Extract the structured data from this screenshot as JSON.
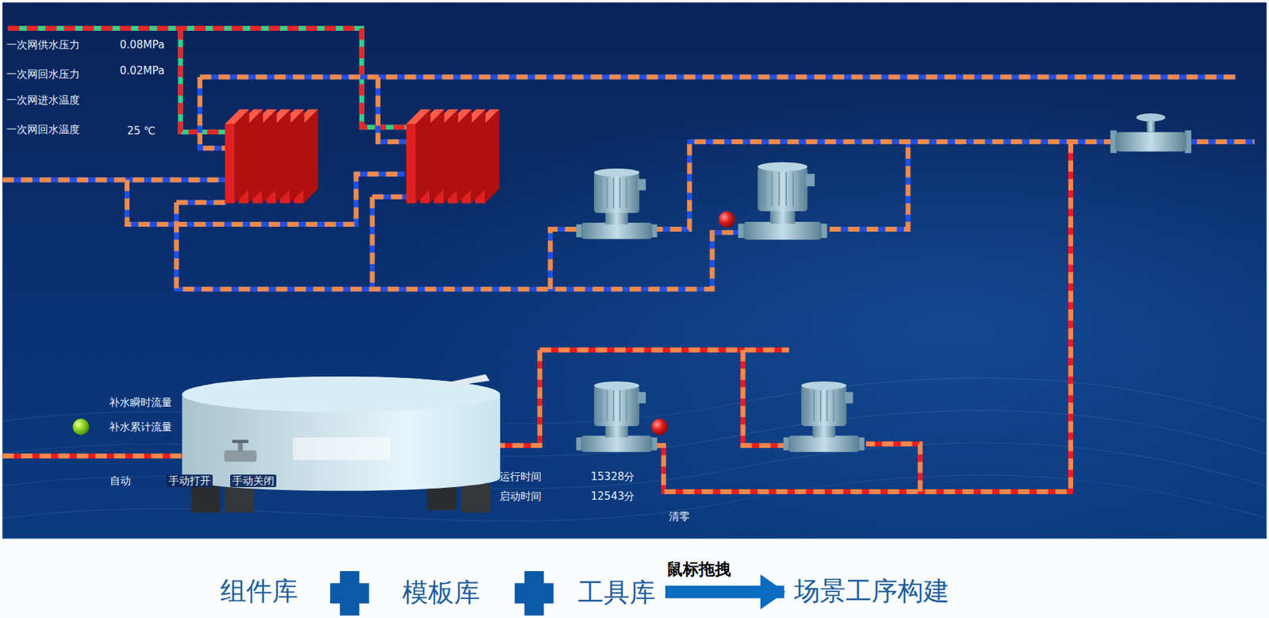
{
  "diagram": {
    "nodes": [
      {
        "text": [
          "组件库"
        ]
      },
      {
        "text": [
          "模板库"
        ]
      },
      {
        "text": [
          "工具库"
        ]
      },
      {
        "text": [
          "场景工序构建"
        ]
      }
    ],
    "edges": [
      {
        "from": 2,
        "to": 3,
        "label": "鼠标拖拽",
        "arrow": "to"
      }
    ],
    "labels": [
      "一次网供水压力",
      "0.08MPa",
      "一次网回水压力",
      "0.02MPa",
      "一次网进水温度",
      "一次网回水温度",
      "25 ℃",
      "补水瞬时流量",
      "补水累计流量",
      "自动",
      "手动打开",
      "手动关闭",
      "运行时间",
      "15328分",
      "启动时间",
      "12543分",
      "清零"
    ]
  }
}
